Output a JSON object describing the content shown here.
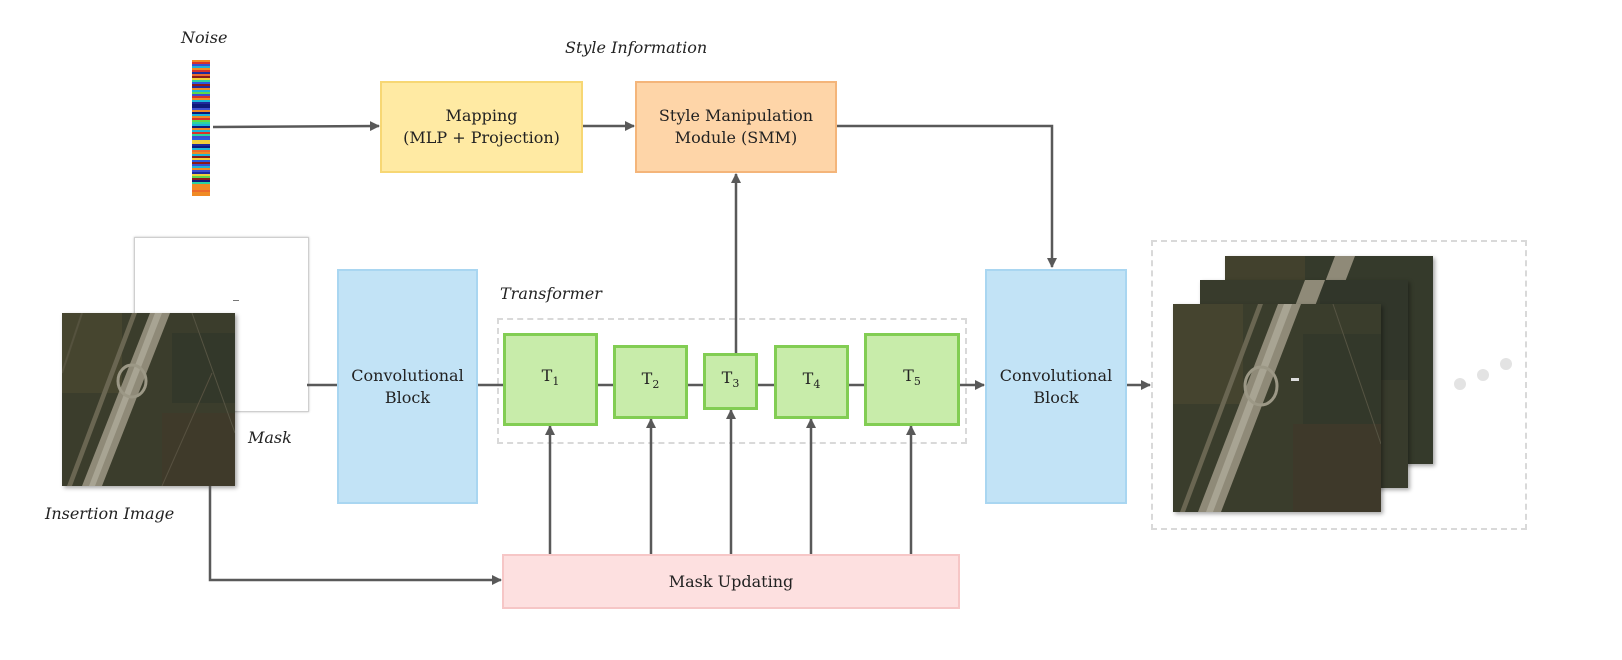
{
  "labels": {
    "noise": "Noise",
    "style_information": "Style Information",
    "transformer": "Transformer",
    "mask": "Mask",
    "insertion_image": "Insertion Image"
  },
  "blocks": {
    "mapping_line1": "Mapping",
    "mapping_line2": "(MLP + Projection)",
    "smm_line1": "Style Manipulation",
    "smm_line2": "Module (SMM)",
    "conv_in_line1": "Convolutional",
    "conv_in_line2": "Block",
    "conv_out_line1": "Convolutional",
    "conv_out_line2": "Block",
    "mask_updating": "Mask Updating",
    "t_letter": "T",
    "t1_sub": "1",
    "t2_sub": "2",
    "t3_sub": "3",
    "t4_sub": "4",
    "t5_sub": "5"
  },
  "colors": {
    "mapping": "#ffeaa3",
    "smm": "#fed5a8",
    "conv": "#c2e3f6",
    "transformer_block": "#c8ecaa",
    "mask_updating": "#fde0e0",
    "arrow": "#595959"
  }
}
